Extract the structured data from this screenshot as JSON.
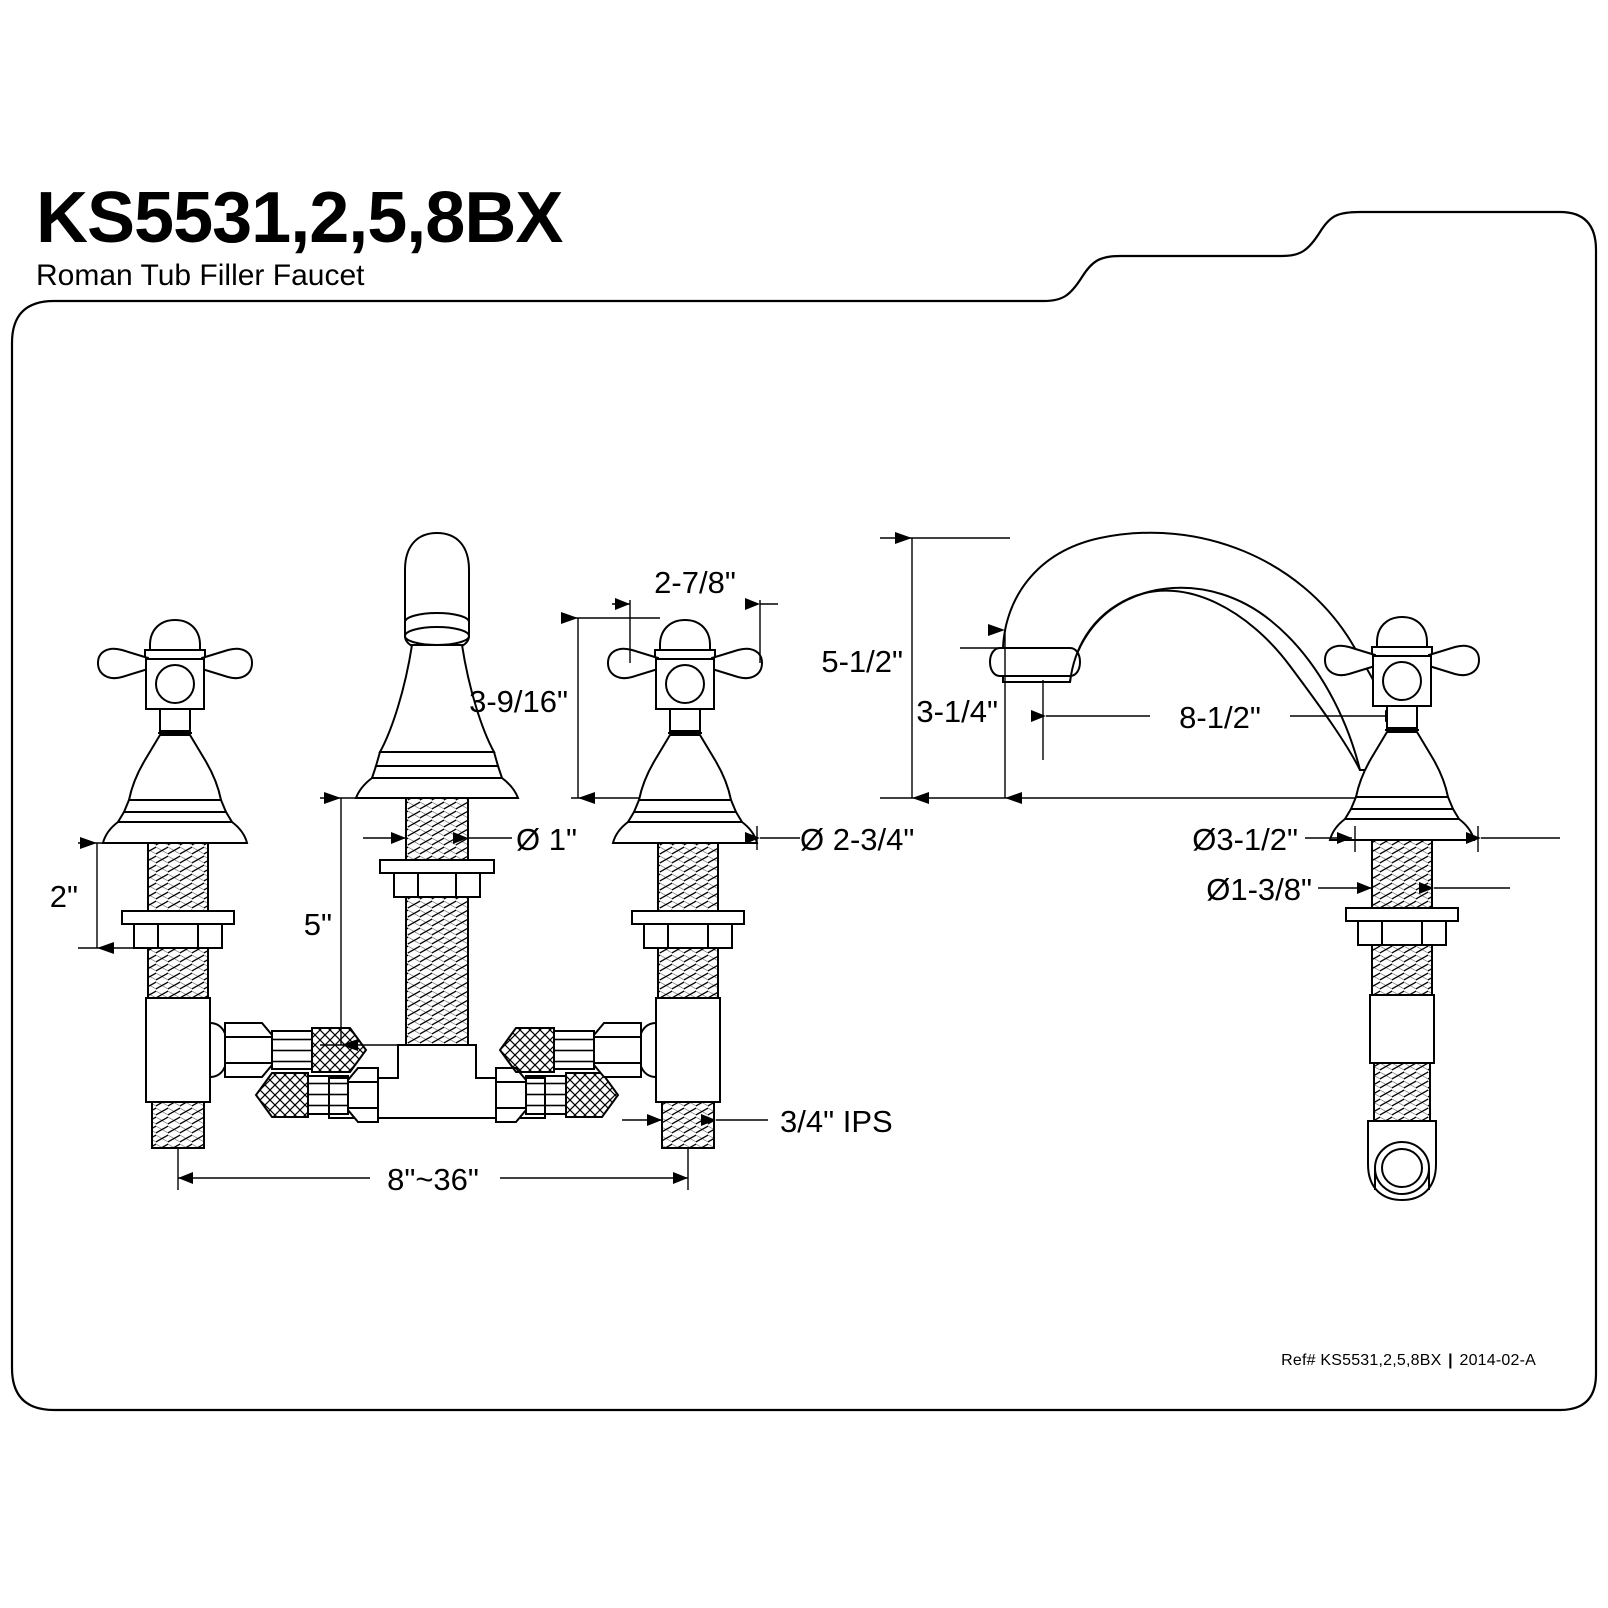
{
  "document": {
    "title": "KS5531,2,5,8BX",
    "subtitle": "Roman Tub Filler Faucet",
    "footer_ref_label": "Ref# KS5531,2,5,8BX",
    "footer_separator": "|",
    "footer_revision": "2014-02-A",
    "line_color": "#000000",
    "background_color": "#ffffff"
  },
  "dimensions": {
    "handle_spread": "2-7/8\"",
    "handle_height": "3-9/16\"",
    "escutcheon_to_deck": "2\"",
    "shank_length": "5\"",
    "shank_diameter": "Ø 1\"",
    "handle_base_diameter": "Ø 2-3/4\"",
    "inlet_thread": "3/4\" IPS",
    "center_spread": "8\"~36\"",
    "spout_total_height": "5-1/2\"",
    "spout_outlet_height": "3-1/4\"",
    "spout_reach": "8-1/2\"",
    "spout_base_diameter": "Ø3-1/2\"",
    "spout_shank_diameter": "Ø1-3/8\""
  },
  "views": {
    "left_valve": "left-valve-assembly",
    "center_spout_front": "center-spout-front-view",
    "right_valve_front": "right-valve-front-view",
    "spout_side": "spout-side-view",
    "right_valve_side": "right-valve-side-view"
  }
}
